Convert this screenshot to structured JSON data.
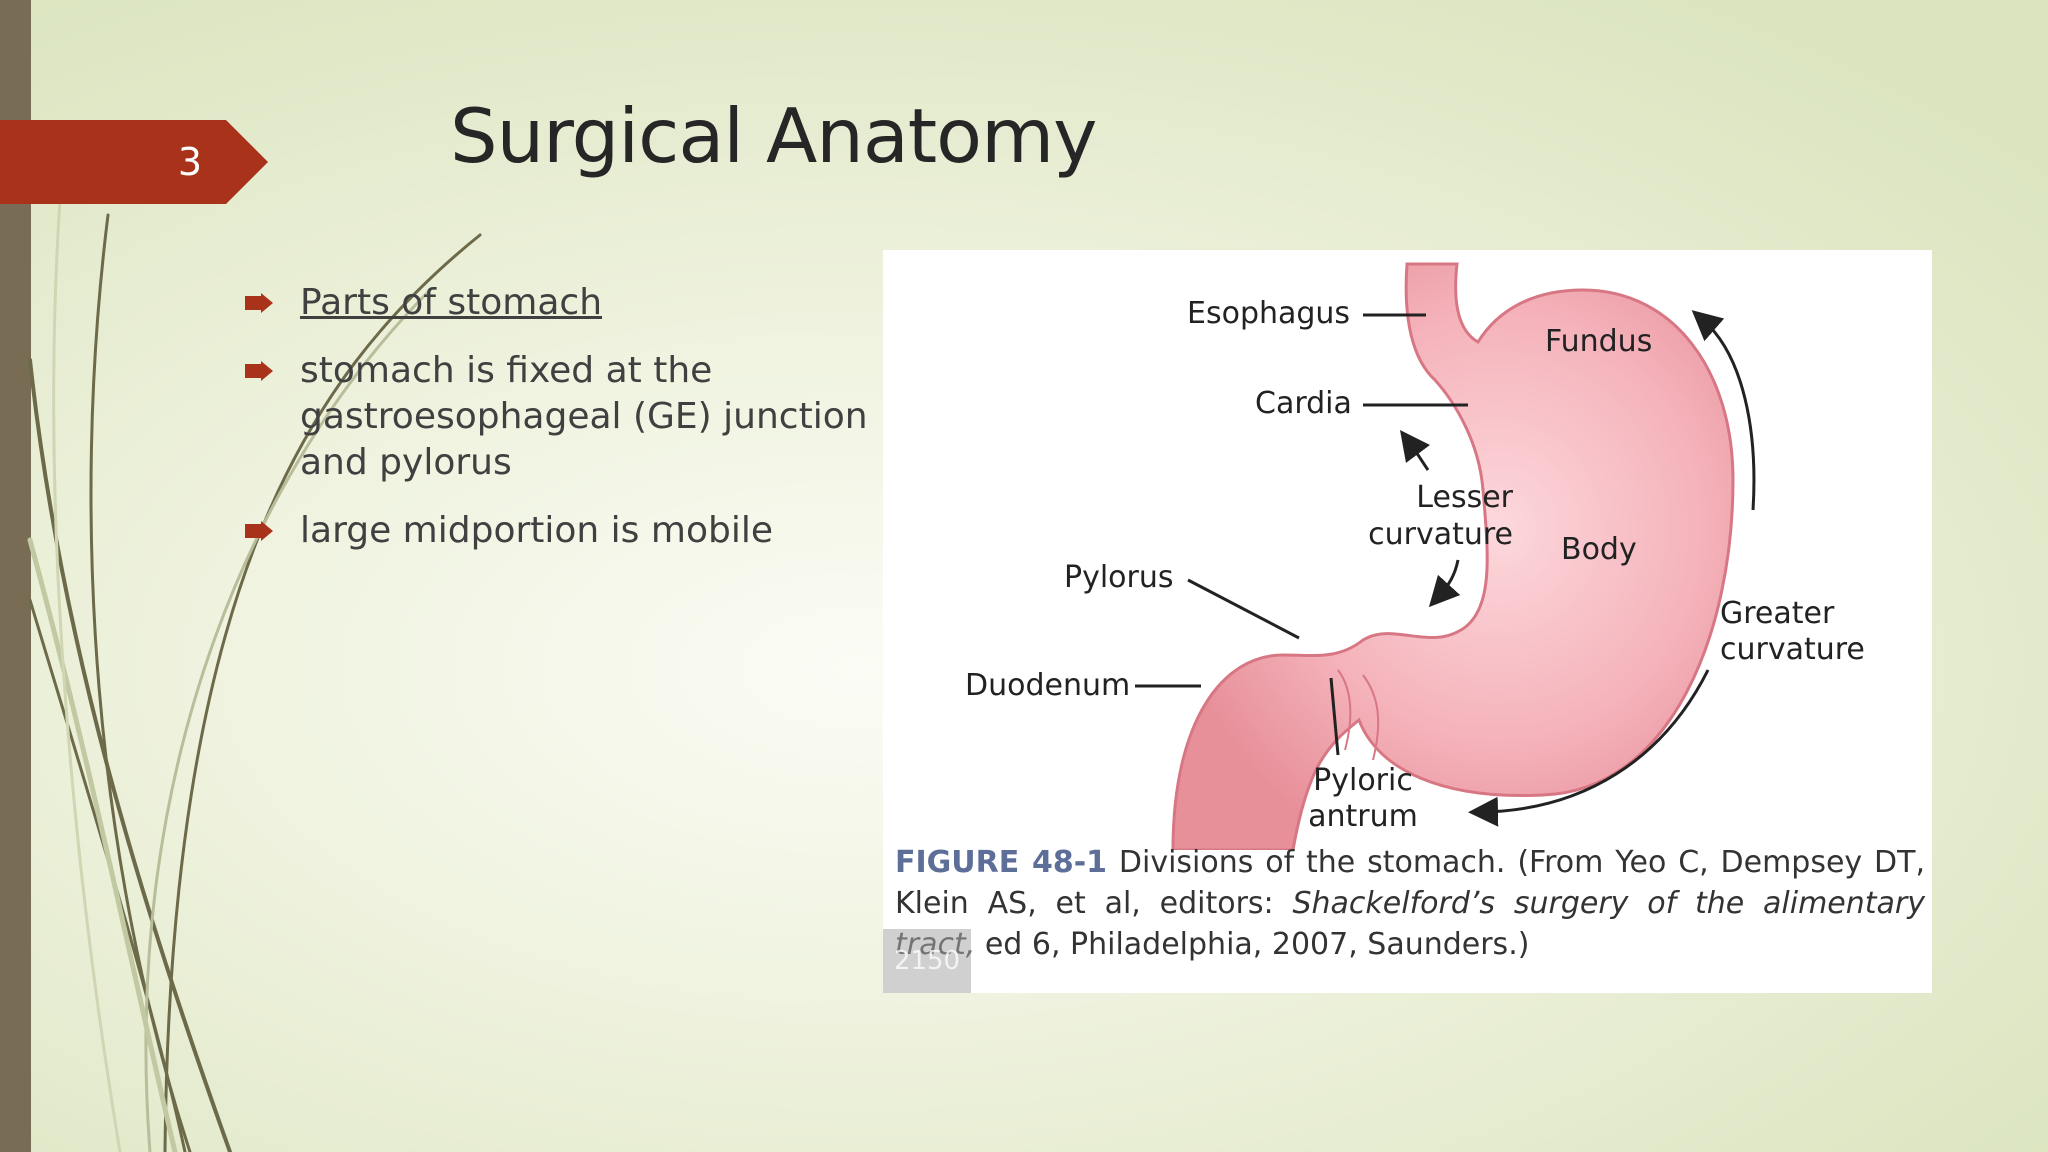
{
  "slide": {
    "number": "3",
    "title": "Surgical Anatomy",
    "accent_color": "#a8331a",
    "bullets": [
      {
        "text": "Parts of stomach",
        "link": true
      },
      {
        "text": "stomach is fixed at the gastroesophageal (GE) junction and pylorus",
        "link": false
      },
      {
        "text": "large midportion is mobile",
        "link": false
      }
    ]
  },
  "figure": {
    "labels": {
      "esophagus": "Esophagus",
      "fundus": "Fundus",
      "cardia": "Cardia",
      "lesser_curvature_1": "Lesser",
      "lesser_curvature_2": "curvature",
      "body": "Body",
      "pylorus": "Pylorus",
      "greater_curvature_1": "Greater",
      "greater_curvature_2": "curvature",
      "duodenum": "Duodenum",
      "pyloric_antrum_1": "Pyloric",
      "pyloric_antrum_2": "antrum"
    },
    "caption": {
      "figure_no": "FIGURE 48-1",
      "text_1": " Divisions of the stomach. (From Yeo C, Dempsey DT, Klein AS, et al, editors: ",
      "italic": "Shackelford’s surgery of the alimentary tract,",
      "text_2": " ed 6, Philadelphia, 2007, Saunders.)"
    },
    "watermark": "2150"
  }
}
